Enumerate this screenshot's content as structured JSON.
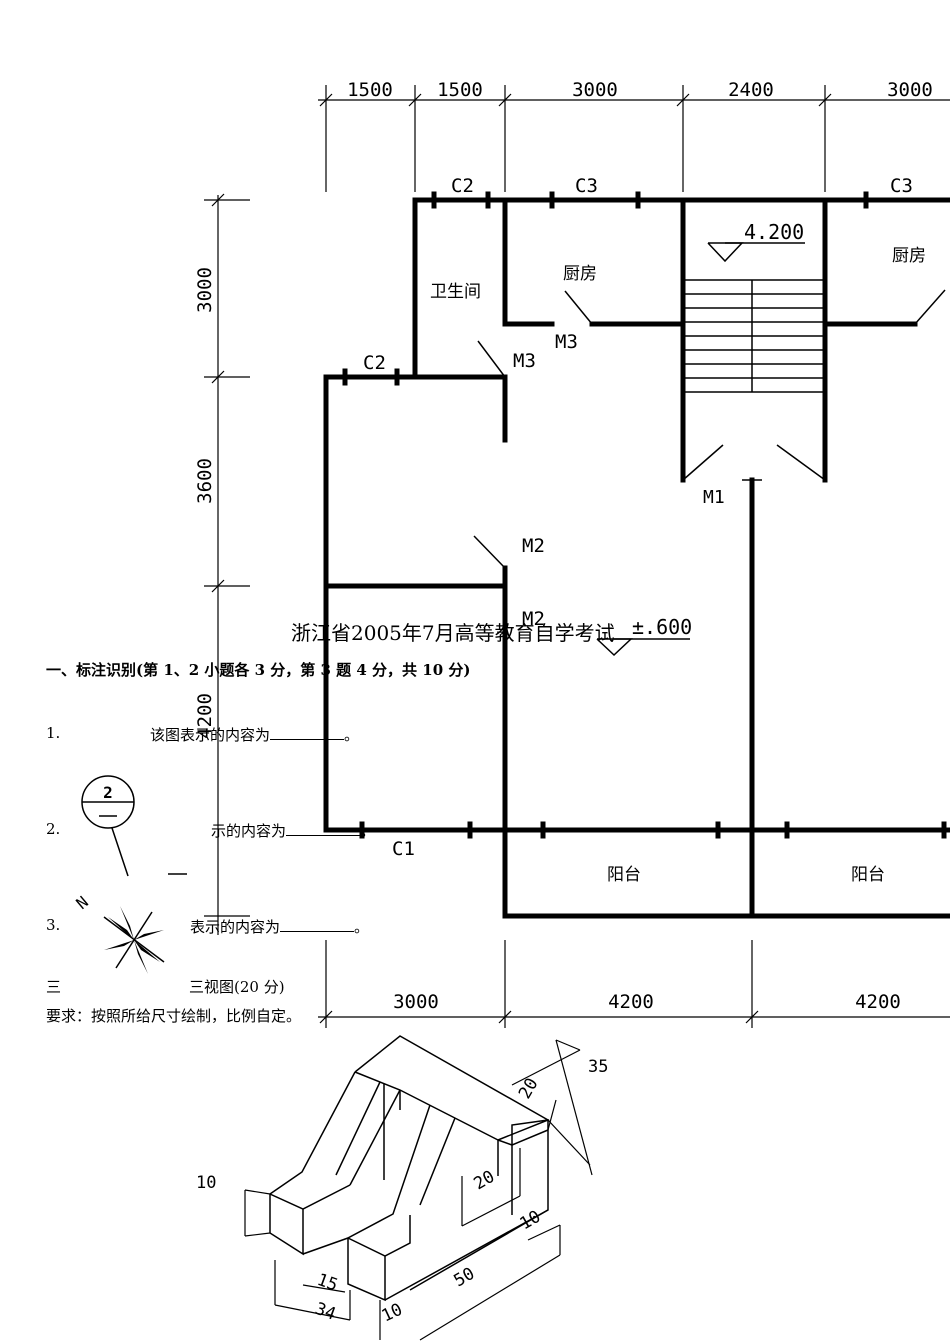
{
  "floor_plan": {
    "top_dims": [
      "1500",
      "1500",
      "3000",
      "2400",
      "3000"
    ],
    "bottom_dims": [
      "3000",
      "4200",
      "4200"
    ],
    "left_dims": [
      "3000",
      "3600",
      "4200"
    ],
    "windows": {
      "c1": "C1",
      "c2a": "C2",
      "c2b": "C2",
      "c3a": "C3",
      "c3b": "C3"
    },
    "doors": {
      "m1": "M1",
      "m2a": "M2",
      "m2b": "M2",
      "m3a": "M3",
      "m3b": "M3"
    },
    "rooms": {
      "bathroom": "卫生间",
      "kitchen_left": "厨房",
      "kitchen_right": "厨房",
      "balcony_left": "阳台",
      "balcony_right": "阳台"
    },
    "elevation_top": "4.200",
    "elevation_mid": "±.600"
  },
  "exam": {
    "title": "浙江省2005年7月高等教育自学考试",
    "section1_heading": "一、标注识别(第 1、2 小题各 3 分，第 3 题 4 分，共 10 分)",
    "q1_num": "1.",
    "q1_text": "该图表示的内容为",
    "q2_num": "2.",
    "q2_text": "示的内容为",
    "q2_symbol": "2",
    "q3_num": "3.",
    "q3_text": "表示的内容为",
    "q3_symbol": "N",
    "end_mark": "。",
    "section3_prefix": "三",
    "section3_suffix": "三视图(20 分)",
    "requirement": "要求：按照所给尺寸绘制，比例自定。"
  },
  "iso_dims": [
    "35",
    "20",
    "20",
    "10",
    "10",
    "15",
    "34",
    "10",
    "50"
  ]
}
